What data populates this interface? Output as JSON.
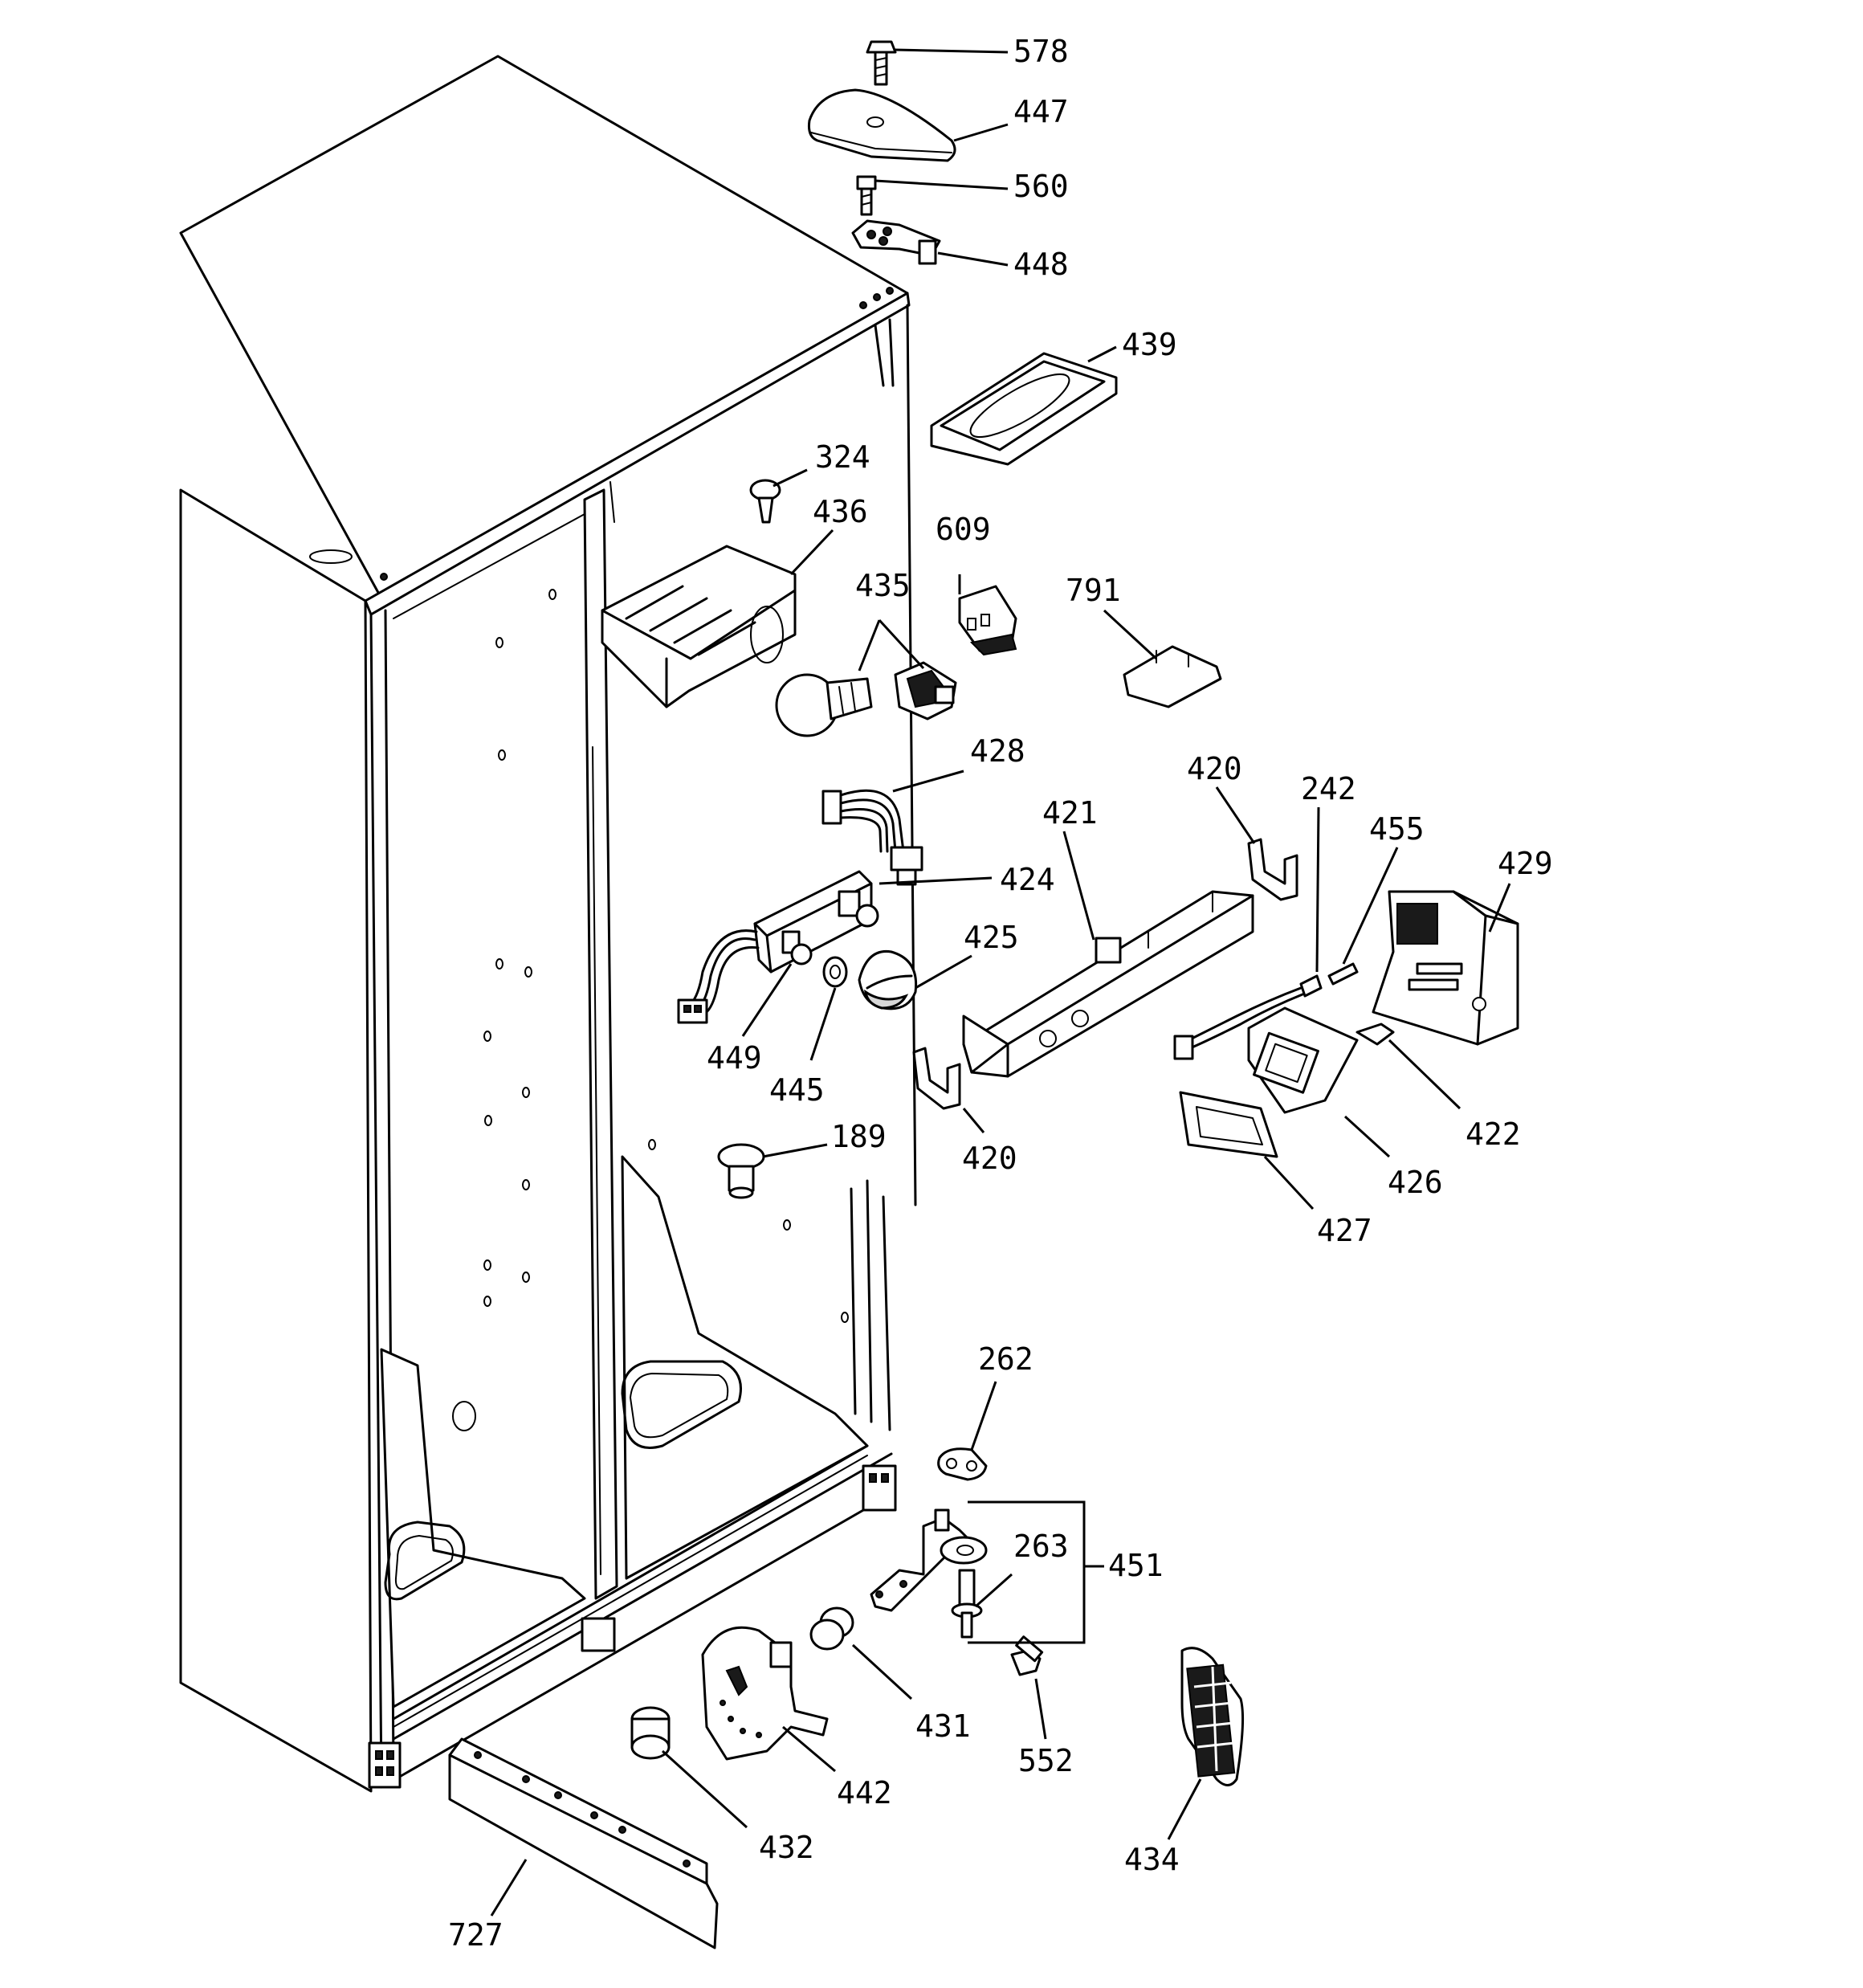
{
  "labels": {
    "l578": "578",
    "l447": "447",
    "l560": "560",
    "l448": "448",
    "l439": "439",
    "l324": "324",
    "l436": "436",
    "l609": "609",
    "l435": "435",
    "l791": "791",
    "l428": "428",
    "l420a": "420",
    "l242": "242",
    "l421": "421",
    "l455": "455",
    "l429": "429",
    "l424": "424",
    "l425": "425",
    "l449": "449",
    "l445": "445",
    "l420b": "420",
    "l422": "422",
    "l426": "426",
    "l427": "427",
    "l189": "189",
    "l262": "262",
    "l263": "263",
    "l451": "451",
    "l431": "431",
    "l552": "552",
    "l442": "442",
    "l432": "432",
    "l434": "434",
    "l727": "727"
  }
}
